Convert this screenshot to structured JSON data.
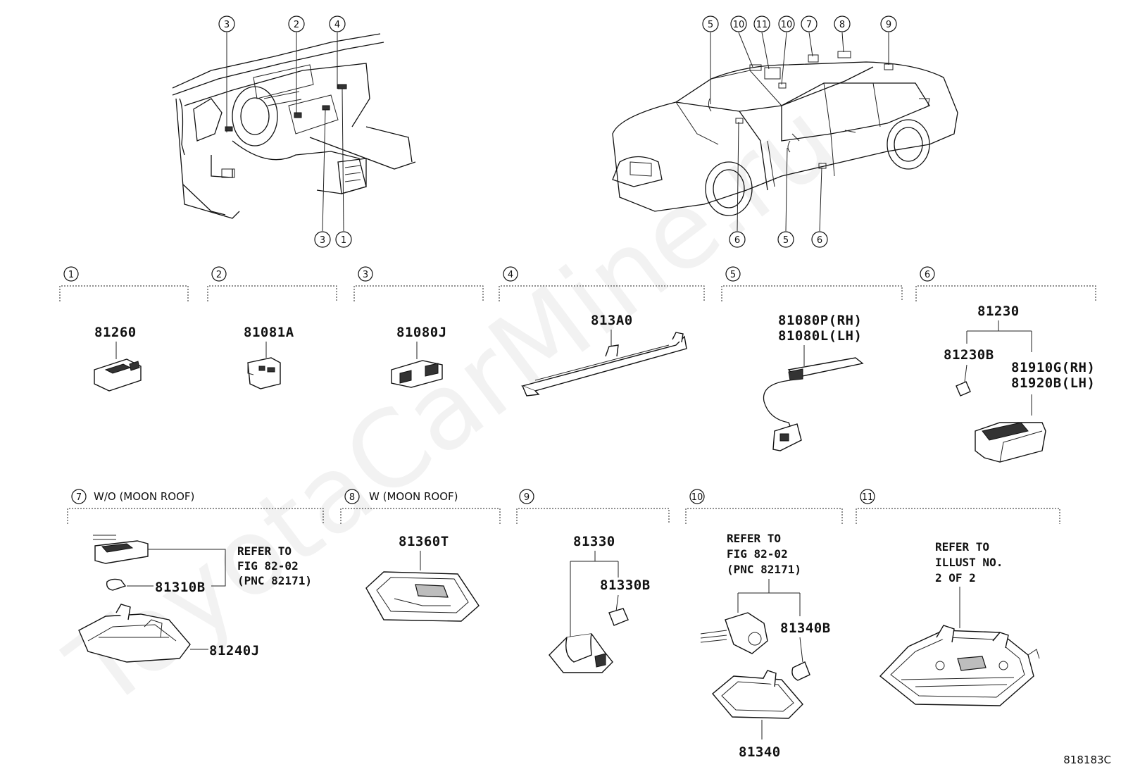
{
  "watermark": "ToyotaCarMine.ru",
  "diagram_code": "818183C",
  "overview_callouts": [
    "3",
    "2",
    "4",
    "3",
    "1",
    "5",
    "10",
    "11",
    "10",
    "7",
    "8",
    "9",
    "6",
    "5",
    "6"
  ],
  "sections": [
    {
      "num": "1",
      "header": "",
      "parts": [
        "81260"
      ]
    },
    {
      "num": "2",
      "header": "",
      "parts": [
        "81081A"
      ]
    },
    {
      "num": "3",
      "header": "",
      "parts": [
        "81080J"
      ]
    },
    {
      "num": "4",
      "header": "",
      "parts": [
        "813A0"
      ]
    },
    {
      "num": "5",
      "header": "",
      "parts": [
        "81080P(RH)",
        "81080L(LH)"
      ]
    },
    {
      "num": "6",
      "header": "",
      "parts": [
        "81230",
        "81230B",
        "81910G(RH)",
        "81920B(LH)"
      ]
    },
    {
      "num": "7",
      "header": "W/O (MOON ROOF)",
      "parts": [
        "81310B",
        "81240J"
      ],
      "note": [
        "REFER TO",
        "FIG 82-02",
        "(PNC 82171)"
      ]
    },
    {
      "num": "8",
      "header": "W (MOON ROOF)",
      "parts": [
        "81360T"
      ]
    },
    {
      "num": "9",
      "header": "",
      "parts": [
        "81330",
        "81330B"
      ]
    },
    {
      "num": "10",
      "header": "",
      "parts": [
        "81340B",
        "81340"
      ],
      "note": [
        "REFER TO",
        "FIG 82-02",
        "(PNC 82171)"
      ]
    },
    {
      "num": "11",
      "header": "",
      "parts": [],
      "note": [
        "REFER TO",
        "ILLUST NO.",
        "2 OF 2"
      ]
    }
  ]
}
